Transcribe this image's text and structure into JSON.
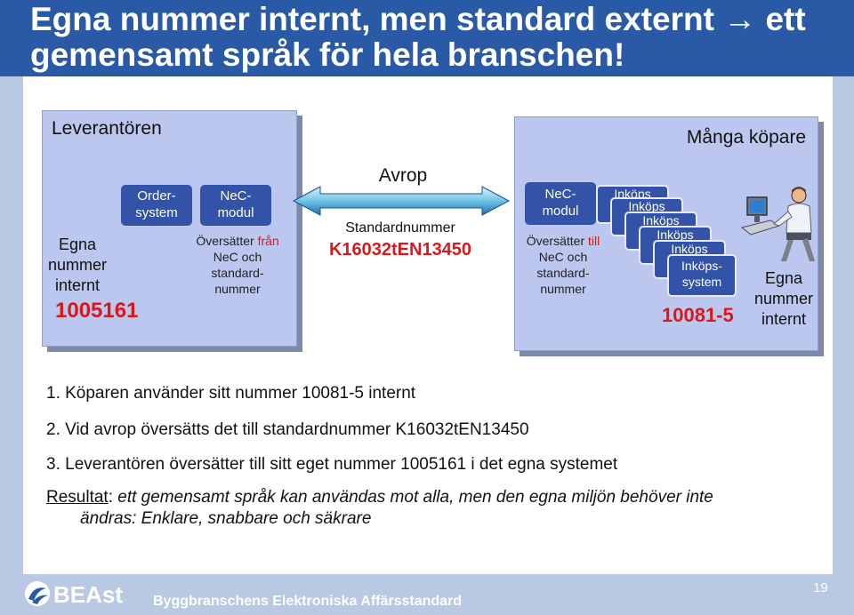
{
  "title": "Egna nummer internt, men standard externt → ett gemensamt språk för hela branschen!",
  "supplier": {
    "heading": "Leverantören",
    "own_number_label_1": "Egna",
    "own_number_label_2": "nummer",
    "own_number_label_3": "internt",
    "own_number": "1005161",
    "order_system_1": "Order-",
    "order_system_2": "system",
    "nec_module_1": "NeC-",
    "nec_module_2": "modul",
    "translate_1": "Översätter",
    "translate_from": "från",
    "translate_2": "NeC och",
    "translate_3": "standard-",
    "translate_4": "nummer"
  },
  "transfer": {
    "label": "Avrop",
    "standard_label": "Standardnummer",
    "standard_number": "K16032tEN13450"
  },
  "buyers": {
    "heading": "Många köpare",
    "nec_module_1": "NeC-",
    "nec_module_2": "modul",
    "translate_1": "Översätter",
    "translate_to": "till",
    "translate_2": "NeC och",
    "translate_3": "standard-",
    "translate_4": "nummer",
    "purchase_partial": "Inköps",
    "purchase_1": "Inköps-",
    "purchase_2": "system",
    "own_number": "10081-5",
    "own_number_label_1": "Egna",
    "own_number_label_2": "nummer",
    "own_number_label_3": "internt"
  },
  "steps": [
    "1.  Köparen använder sitt nummer 10081-5 internt",
    "2.  Vid avrop översätts det till standardnummer K16032tEN13450",
    "3.  Leverantören översätter till sitt eget nummer 1005161 i det egna systemet"
  ],
  "result": {
    "label": "Resultat",
    "text": "ett gemensamt språk kan användas mot alla, men den egna miljön behöver inte",
    "text_cont": "ändras: Enklare, snabbare och säkrare"
  },
  "footer": {
    "logo_text": "BEAst",
    "org": "Byggbranschens Elektroniska Affärsstandard",
    "page": "19"
  },
  "colors": {
    "title_band": "#2a5aa6",
    "panel": "#bcc7ef",
    "box": "#3353a8",
    "highlight": "#d8191c"
  }
}
